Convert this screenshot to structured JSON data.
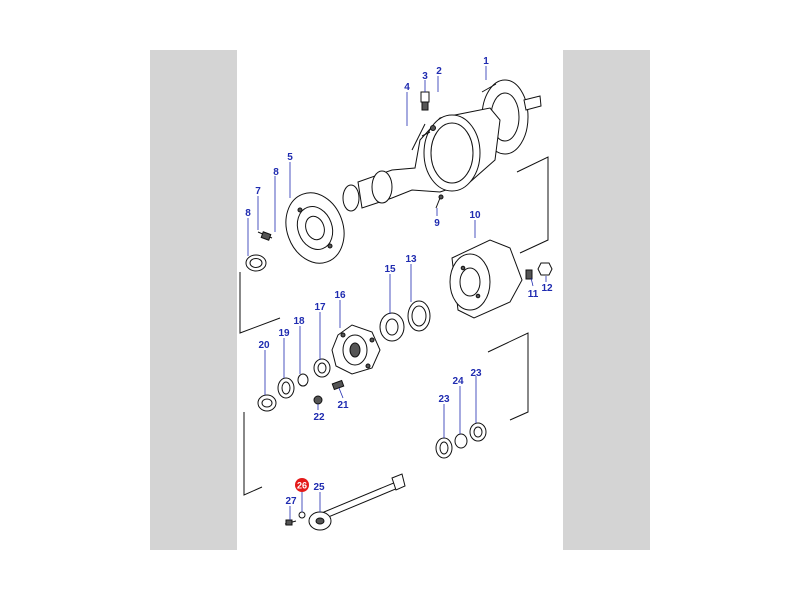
{
  "labels": {
    "l1": "1",
    "l2": "2",
    "l3": "3",
    "l4": "4",
    "l5": "5",
    "l7": "7",
    "l8a": "8",
    "l8b": "8",
    "l9": "9",
    "l10": "10",
    "l11": "11",
    "l12": "12",
    "l13": "13",
    "l15": "15",
    "l16": "16",
    "l17": "17",
    "l18": "18",
    "l19": "19",
    "l20": "20",
    "l21": "21",
    "l22": "22",
    "l23a": "23",
    "l23b": "23",
    "l24": "24",
    "l25": "25",
    "l26": "26",
    "l27": "27"
  },
  "colors": {
    "label": "#1f2bb0",
    "highlight": "#e41a1a",
    "frame": "#d4d4d4"
  }
}
